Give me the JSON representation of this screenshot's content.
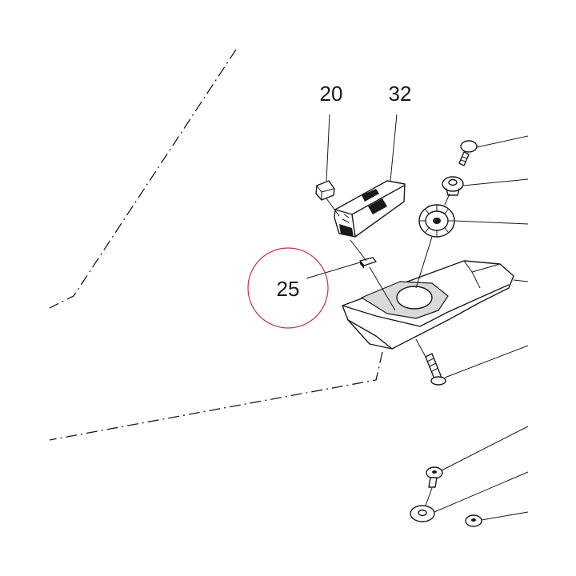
{
  "callouts": {
    "part_20": "20",
    "part_32": "32",
    "part_25": "25"
  },
  "highlight": {
    "circle_color": "#c0304a",
    "circled_part": "25"
  },
  "colors": {
    "ink": "#1a1a1a",
    "background": "#ffffff"
  }
}
